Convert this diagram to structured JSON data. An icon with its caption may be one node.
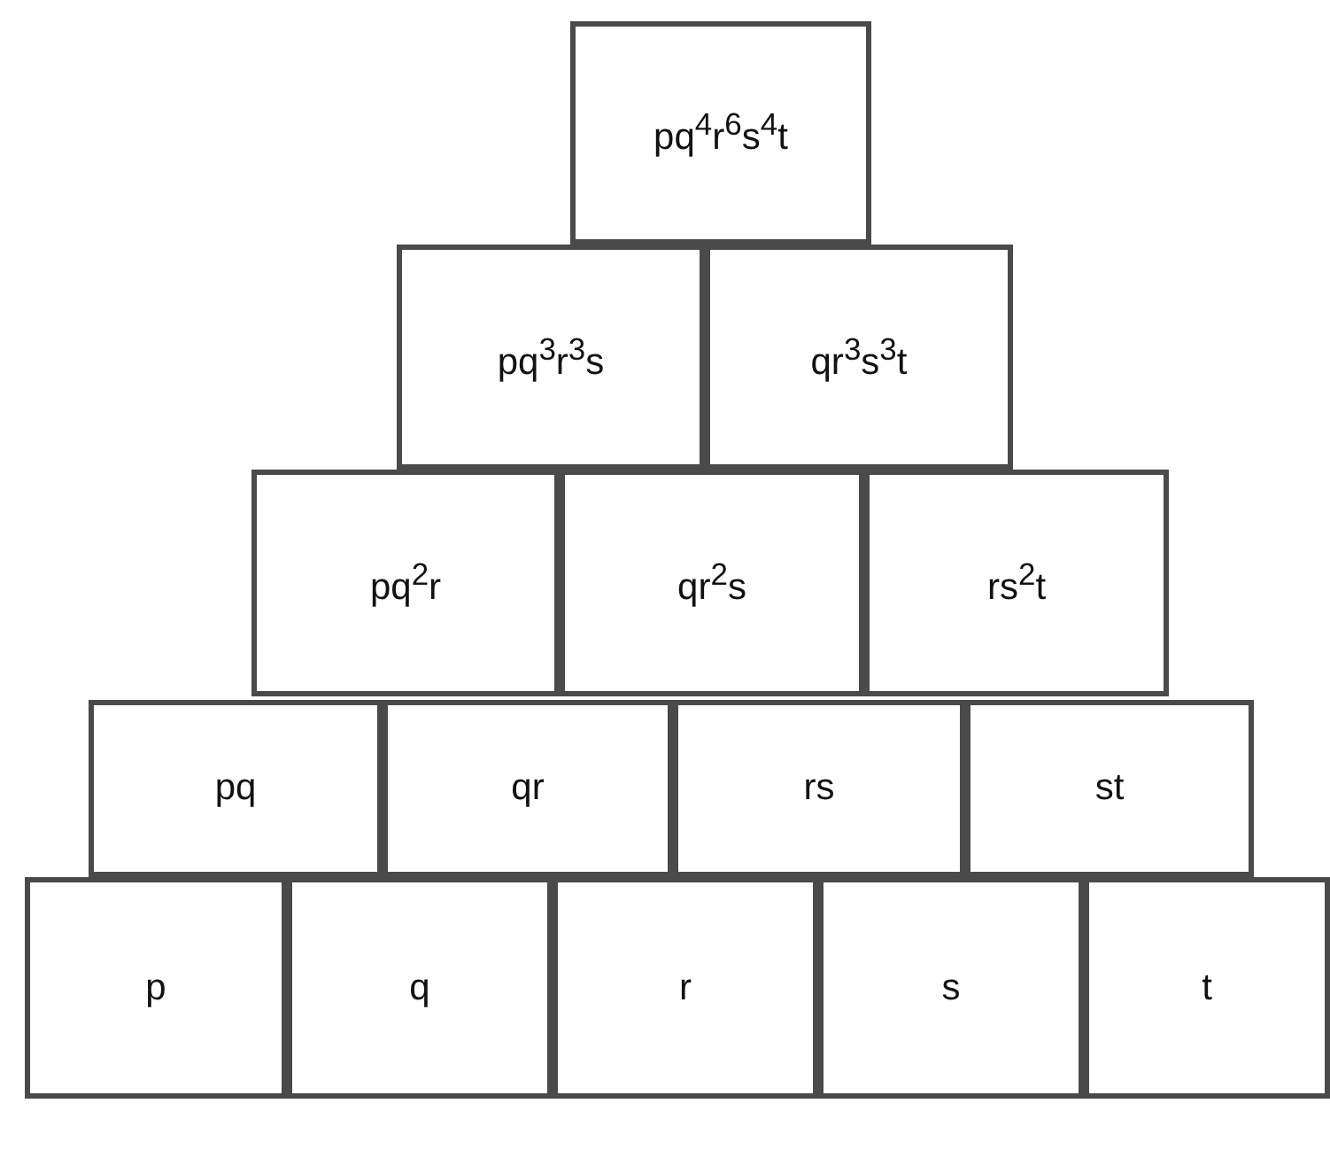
{
  "diagram": {
    "nodes": [
      {
        "text": [
          "pq$^{4}$r$^{6}$s$^{4}$t"
        ]
      },
      {
        "text": [
          "pq$^{3}$r$^{3}$s"
        ]
      },
      {
        "text": [
          "qr$^{3}$s$^{3}$t"
        ]
      },
      {
        "text": [
          "pq$^{2}$r"
        ]
      },
      {
        "text": [
          "qr$^{2}$s"
        ]
      },
      {
        "text": [
          "rs$^{2}$t"
        ]
      },
      {
        "text": [
          "pq"
        ]
      },
      {
        "text": [
          "qr"
        ]
      },
      {
        "text": [
          "rs"
        ]
      },
      {
        "text": [
          "st"
        ]
      },
      {
        "text": [
          "p"
        ]
      },
      {
        "text": [
          "q"
        ]
      },
      {
        "text": [
          "r"
        ]
      },
      {
        "text": [
          "s"
        ]
      },
      {
        "text": [
          "t"
        ]
      }
    ]
  }
}
